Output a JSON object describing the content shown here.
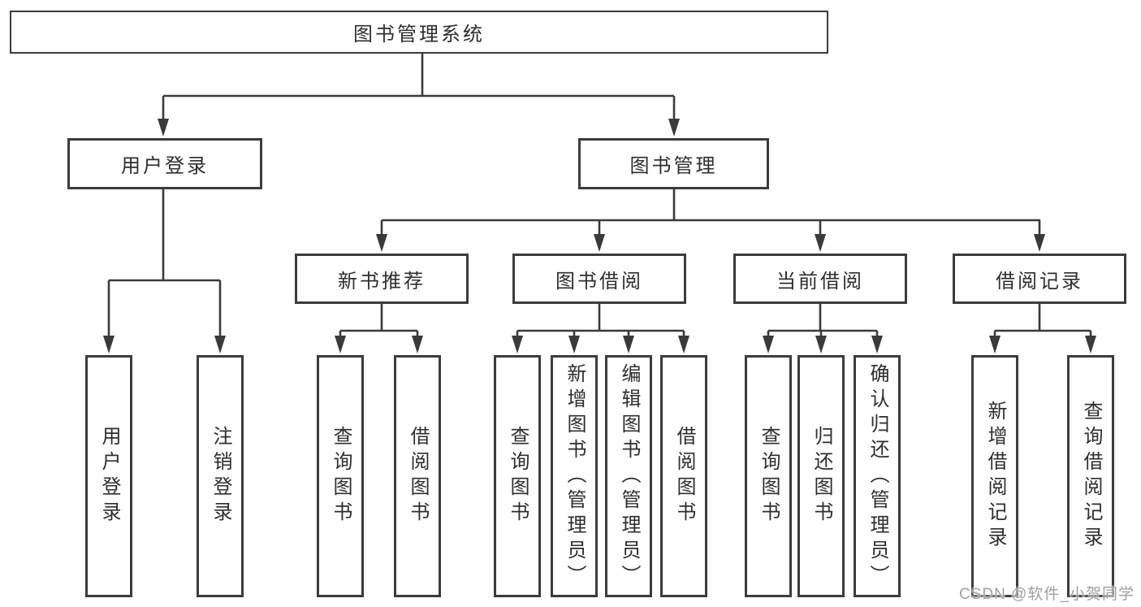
{
  "diagram_type": "functional-structure-hierarchy",
  "title": "图书管理系统",
  "colors": {
    "background": "#ffffff",
    "line": "#3a3a3a",
    "box_border": "#3c3c3c",
    "text": "#2e2e2e",
    "watermark": "#a0a0a0"
  },
  "tree": {
    "label": "图书管理系统",
    "children": [
      {
        "label": "用户登录",
        "children": [
          {
            "label": "用户登录"
          },
          {
            "label": "注销登录"
          }
        ]
      },
      {
        "label": "图书管理",
        "children": [
          {
            "label": "新书推荐",
            "children": [
              {
                "label": "查询图书"
              },
              {
                "label": "借阅图书"
              }
            ]
          },
          {
            "label": "图书借阅",
            "children": [
              {
                "label": "查询图书"
              },
              {
                "label": "新增图书（管理员）"
              },
              {
                "label": "编辑图书（管理员）"
              },
              {
                "label": "借阅图书"
              }
            ]
          },
          {
            "label": "当前借阅",
            "children": [
              {
                "label": "查询图书"
              },
              {
                "label": "归还图书"
              },
              {
                "label": "确认归还（管理员）"
              }
            ]
          },
          {
            "label": "借阅记录",
            "children": [
              {
                "label": "新增借阅记录"
              },
              {
                "label": "查询借阅记录"
              }
            ]
          }
        ]
      }
    ]
  },
  "watermark": {
    "text": "CSDN @软件_小贺同学"
  }
}
